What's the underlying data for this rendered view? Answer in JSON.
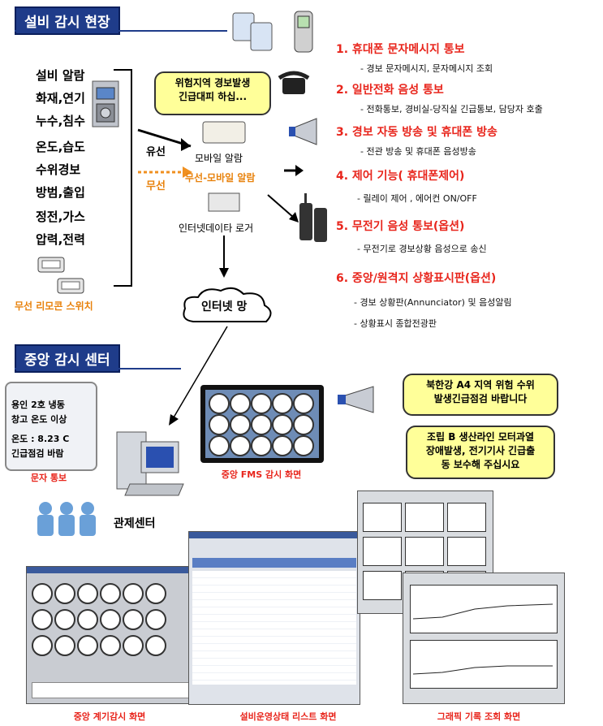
{
  "site_section": {
    "title": "설비 감시 현장"
  },
  "center_section": {
    "title": "중앙 감시 센터"
  },
  "left_items": [
    "설비 알람",
    "화재,연기",
    "누수,침수",
    "온도,습도",
    "수위경보",
    "방범,출입",
    "정전,가스",
    "압력,전력"
  ],
  "remote_switch_label": "무선 리모콘 스위치",
  "wired_label": "유선",
  "wireless_label": "무선",
  "mobile_alarm_label": "모바일 알람",
  "wireless_mobile_alarm_label": "무선-모바일 알람",
  "internet_logger_label": "인터넷데이타 로거",
  "internet_cloud_label": "인터넷 망",
  "callout_top": {
    "line1": "위험지역 경보발생",
    "line2": "긴급대피 하십..."
  },
  "features": [
    {
      "title": "1. 휴대폰 문자메시지 통보",
      "subs": [
        "- 경보 문자메시지, 문자메시지 조회"
      ]
    },
    {
      "title": "2. 일반전화 음성 통보",
      "subs": [
        "- 전화통보, 경비실-당직실 긴급통보, 담당자 호출"
      ]
    },
    {
      "title": "3. 경보 자동 방송 및 휴대폰 방송",
      "subs": [
        "- 전관 방송 및 휴대폰 음성방송"
      ]
    },
    {
      "title": "4. 제어 기능( 휴대폰제어)",
      "subs": [
        "- 릴레이 제어 , 에어컨 ON/OFF"
      ]
    },
    {
      "title": "5. 무전기 음성 통보(옵션)",
      "subs": [
        "- 무전기로 경보상황 음성으로 송신"
      ]
    },
    {
      "title": "6. 중앙/원격지 상황표시판(옵션)",
      "subs": [
        "- 경보 상황판(Annunciator) 및 음성알림",
        "- 상황표시 종합전광판"
      ]
    }
  ],
  "phone_sms": {
    "line1": "용인 2호 냉동",
    "line2": "창고 온도 이상",
    "line3": "온도 : 8.23 C",
    "line4": "긴급점검 바람",
    "label": "문자 통보"
  },
  "fms_screen_label": "중앙 FMS 감시 화면",
  "control_center_label": "관제센터",
  "callout_mid1": {
    "line1": "북한강 A4 지역 위험 수위",
    "line2": "발생긴급점검 바랍니다"
  },
  "callout_mid2": {
    "line1": "조립 B 생산라인 모터과열",
    "line2": "장애발생, 전기기사 긴급출",
    "line3": "동 보수해 주십시요"
  },
  "bottom_captions": [
    "중앙 계기감시 화면",
    "설비운영상태 리스트 화면",
    "그래픽 기록 조회 화면"
  ],
  "colors": {
    "accent_red": "#e8251c",
    "section_blue": "#1f3c8a",
    "callout_yellow": "#ffff99"
  },
  "icons": [
    "panel-sensor-icon",
    "phone-icon",
    "megaphone-icon",
    "walkie-talkie-icon",
    "pc-icon",
    "users-icon",
    "cloud-icon"
  ]
}
